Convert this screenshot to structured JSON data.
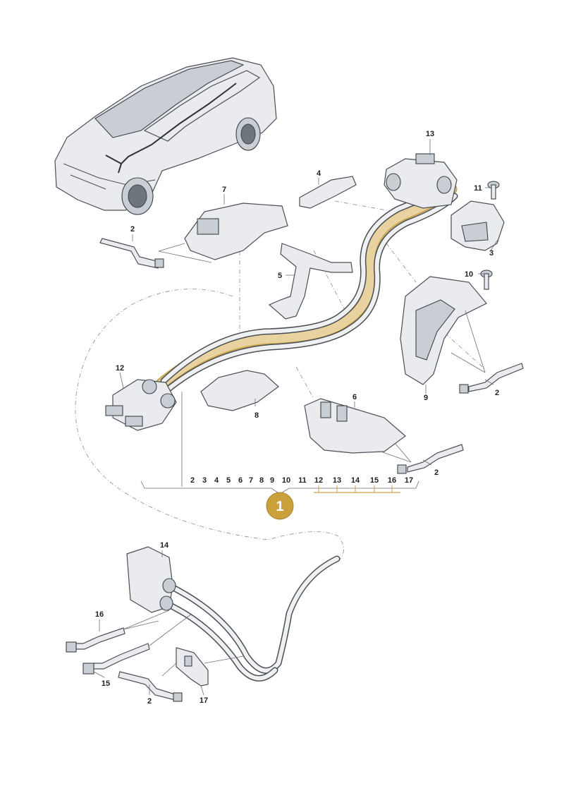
{
  "diagram": {
    "main_callout": "1",
    "main_callout_color": "#c9a03a",
    "highlight_color": "#c9a44a",
    "callout_row": [
      "2",
      "3",
      "4",
      "5",
      "6",
      "7",
      "8",
      "9",
      "10",
      "11",
      "12",
      "13",
      "14",
      "15",
      "16",
      "17"
    ],
    "part_labels": {
      "p2a": "2",
      "p2b": "2",
      "p2c": "2",
      "p2d": "2",
      "p3": "3",
      "p4": "4",
      "p5": "5",
      "p6": "6",
      "p7": "7",
      "p8": "8",
      "p9": "9",
      "p10": "10",
      "p11": "11",
      "p12": "12",
      "p13": "13",
      "p14": "14",
      "p15": "15",
      "p16": "16",
      "p17": "17"
    }
  }
}
